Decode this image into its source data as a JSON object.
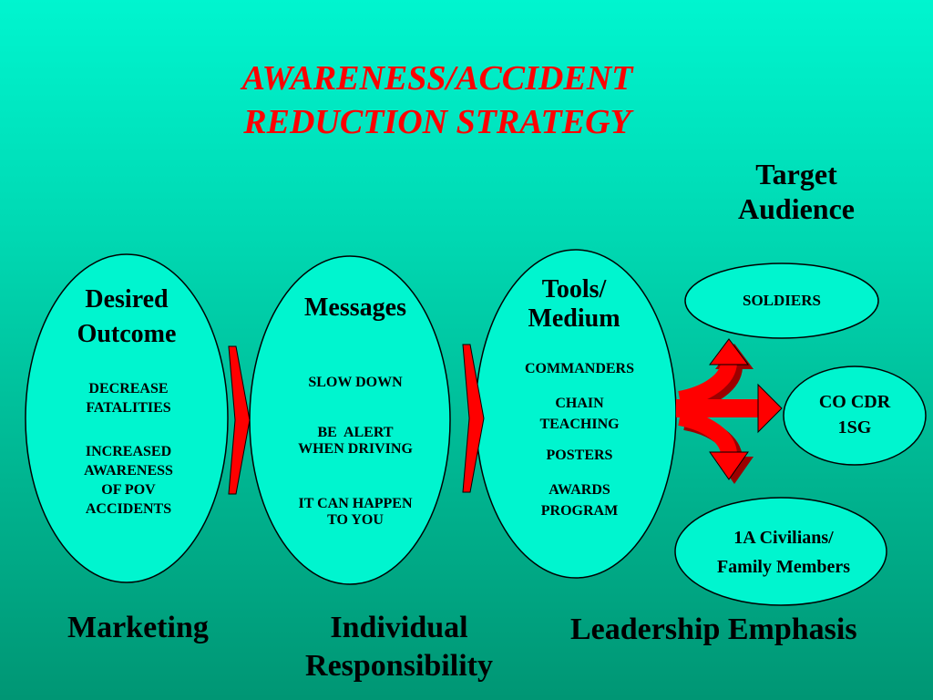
{
  "title": {
    "line1": "AWARENESS/ACCIDENT",
    "line2": "REDUCTION STRATEGY"
  },
  "target_audience": {
    "line1": "Target",
    "line2": "Audience"
  },
  "ovals": {
    "desired_outcome": {
      "heading_line1": "Desired",
      "heading_line2": "Outcome",
      "item1_line1": "DECREASE",
      "item1_line2": "FATALITIES",
      "item2_line1": "INCREASED",
      "item2_line2": "AWARENESS",
      "item2_line3": "OF POV",
      "item2_line4": "ACCIDENTS"
    },
    "messages": {
      "heading": "Messages",
      "item1": "SLOW DOWN",
      "item2_line1": "BE  ALERT",
      "item2_line2": "WHEN DRIVING",
      "item3_line1": "IT CAN HAPPEN",
      "item3_line2": "TO YOU"
    },
    "tools_medium": {
      "heading_line1": "Tools/",
      "heading_line2": "Medium",
      "item1": "COMMANDERS",
      "item2_line1": "CHAIN",
      "item2_line2": "TEACHING",
      "item3": "POSTERS",
      "item4_line1": "AWARDS",
      "item4_line2": "PROGRAM"
    }
  },
  "audiences": {
    "soldiers": "SOLDIERS",
    "co_cdr_line1": "CO CDR",
    "co_cdr_line2": "1SG",
    "civilians_line1": "1A Civilians/",
    "civilians_line2": "Family Members"
  },
  "bottom_labels": {
    "marketing": "Marketing",
    "individual_line1": "Individual",
    "individual_line2": "Responsibility",
    "leadership": "Leadership Emphasis"
  },
  "colors": {
    "title": "#ff0000",
    "oval_fill": "#00f5cf",
    "arrow": "#ff0000",
    "arrow_shadow": "#9c0000"
  }
}
